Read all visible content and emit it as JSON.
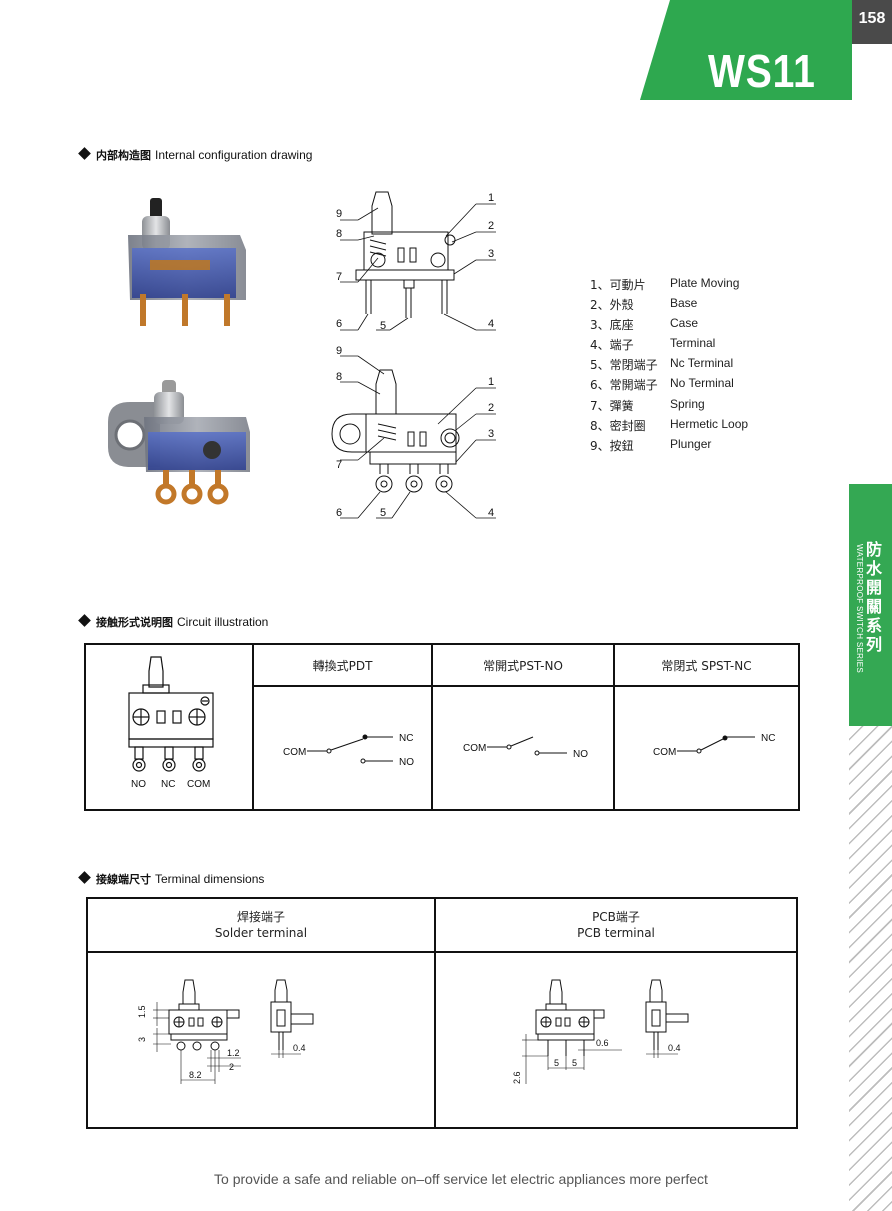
{
  "header": {
    "model": "WS11",
    "page_number": "158",
    "brand_color": "#2ea84f",
    "page_box_color": "#4a4a4a"
  },
  "side_tab": {
    "cn": [
      "防",
      "水",
      "開",
      "關",
      "系",
      "列"
    ],
    "en": "WATERPROOF SWITCH SERIES"
  },
  "sections": {
    "internal": {
      "cn": "内部构造图",
      "en": "Internal configuration drawing"
    },
    "circuit": {
      "cn": "接触形式说明图",
      "en": "Circuit illustration"
    },
    "terminal": {
      "cn": "接線端尺寸",
      "en": "Terminal dimensions"
    }
  },
  "callout_numbers": [
    "1",
    "2",
    "3",
    "4",
    "5",
    "6",
    "7",
    "8",
    "9"
  ],
  "legend": [
    {
      "num": "1、可動片",
      "en": "Plate Moving"
    },
    {
      "num": "2、外殼",
      "en": "Base"
    },
    {
      "num": "3、底座",
      "en": "Case"
    },
    {
      "num": "4、端子",
      "en": "Terminal"
    },
    {
      "num": "5、常閉端子",
      "en": "Nc Terminal"
    },
    {
      "num": "6、常開端子",
      "en": "No Terminal"
    },
    {
      "num": "7、彈簧",
      "en": "Spring"
    },
    {
      "num": "8、密封圈",
      "en": "Hermetic Loop"
    },
    {
      "num": "9、按鈕",
      "en": "Plunger"
    }
  ],
  "circuit": {
    "pin_labels": [
      "NO",
      "NC",
      "COM"
    ],
    "columns": [
      {
        "title": "轉換式PDT",
        "com": "COM",
        "nc": "NC",
        "no": "NO"
      },
      {
        "title": "常開式PST-NO",
        "com": "COM",
        "no": "NO"
      },
      {
        "title": "常閉式 SPST-NC",
        "com": "COM",
        "nc": "NC"
      }
    ]
  },
  "terminal": {
    "solder": {
      "cn": "焊接端子",
      "en": "Solder terminal",
      "dims": {
        "d1": "1.5",
        "d2": "3",
        "d3": "1.2",
        "d4": "2",
        "d5": "8.2",
        "d6": "0.4"
      }
    },
    "pcb": {
      "cn": "PCB端子",
      "en": "PCB terminal",
      "dims": {
        "d1": "0.6",
        "d2": "2.6",
        "d3": "5",
        "d4": "5",
        "d5": "0.4"
      }
    }
  },
  "footer": "To provide a safe and reliable on–off service  let electric appliances more perfect"
}
